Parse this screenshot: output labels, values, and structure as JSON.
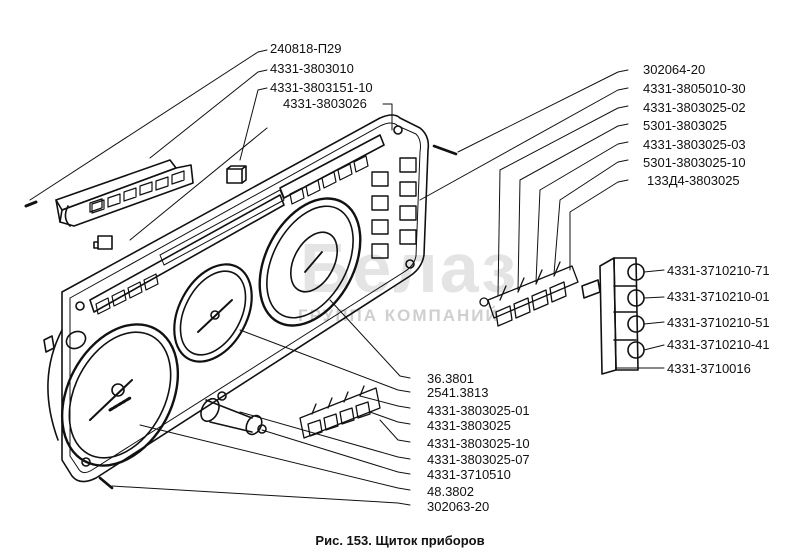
{
  "figure": {
    "caption": "Рис. 153. Щиток приборов",
    "watermark": {
      "logo": "Белаз",
      "subtitle": "ГРУППА КОМПАНИЙ"
    }
  },
  "callouts": {
    "top_left": [
      {
        "id": "240818-p29",
        "text": "240818-П29"
      },
      {
        "id": "4331-3803010",
        "text": "4331-3803010"
      },
      {
        "id": "4331-3803151-10",
        "text": "4331-3803151-10"
      },
      {
        "id": "4331-3803026",
        "text": "4331-3803026"
      }
    ],
    "top_right": [
      {
        "id": "302064-20",
        "text": "302064-20"
      },
      {
        "id": "4331-3805010-30",
        "text": "4331-3805010-30"
      },
      {
        "id": "4331-3803025-02",
        "text": "4331-3803025-02"
      },
      {
        "id": "5301-3803025",
        "text": "5301-3803025"
      },
      {
        "id": "4331-3803025-03",
        "text": "4331-3803025-03"
      },
      {
        "id": "5301-3803025-10",
        "text": "5301-3803025-10"
      },
      {
        "id": "133d4-3803025",
        "text": "133Д4-3803025"
      }
    ],
    "right": [
      {
        "id": "4331-3710210-71",
        "text": "4331-3710210-71"
      },
      {
        "id": "4331-3710210-01",
        "text": "4331-3710210-01"
      },
      {
        "id": "4331-3710210-51",
        "text": "4331-3710210-51"
      },
      {
        "id": "4331-3710210-41",
        "text": "4331-3710210-41"
      },
      {
        "id": "4331-3710016",
        "text": "4331-3710016"
      }
    ],
    "bottom": [
      {
        "id": "36.3801",
        "text": "36.3801"
      },
      {
        "id": "2541.3813",
        "text": "2541.3813"
      },
      {
        "id": "4331-3803025-01",
        "text": "4331-3803025-01"
      },
      {
        "id": "4331-3803025",
        "text": "4331-3803025"
      },
      {
        "id": "4331-3803025-10",
        "text": "4331-3803025-10"
      },
      {
        "id": "4331-3803025-07",
        "text": "4331-3803025-07"
      },
      {
        "id": "4331-3710510",
        "text": "4331-3710510"
      },
      {
        "id": "48.3802",
        "text": "48.3802"
      },
      {
        "id": "302063-20",
        "text": "302063-20"
      }
    ]
  }
}
